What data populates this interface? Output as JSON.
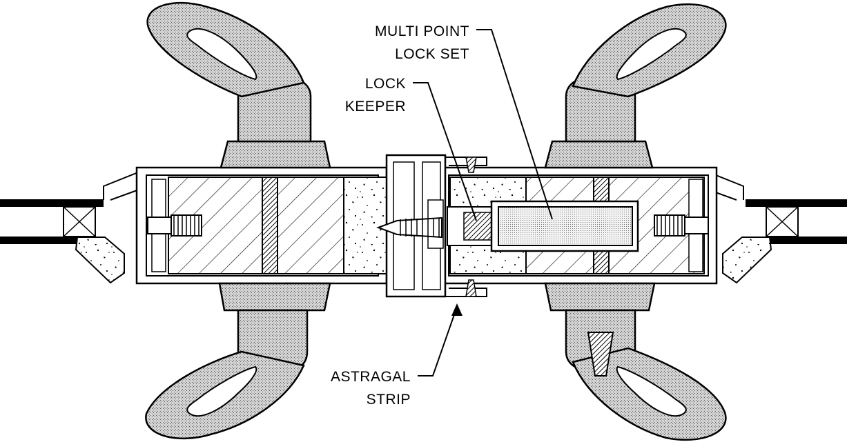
{
  "labels": {
    "lockset_line1": "MULTI POINT",
    "lockset_line2": "LOCK SET",
    "keeper_line1": "LOCK",
    "keeper_line2": "KEEPER",
    "astragal_line1": "ASTRAGAL",
    "astragal_line2": "STRIP"
  },
  "colors": {
    "ink": "#000000",
    "paper": "#ffffff",
    "handle_fill": "#bdbdbd",
    "metal_fill": "#ffffff"
  }
}
